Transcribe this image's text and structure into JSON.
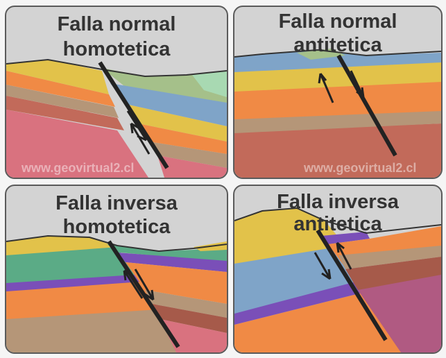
{
  "panels": [
    {
      "title_line1": "Falla normal",
      "title_line2": "homotetica",
      "watermark": "www.geovirtual2.cl"
    },
    {
      "title_line1": "Falla normal",
      "title_line2": "antitetica",
      "watermark": "www.geovirtual2.cl"
    },
    {
      "title_line1": "Falla inversa",
      "title_line2": "homotetica",
      "watermark": ""
    },
    {
      "title_line1": "Falla inversa",
      "title_line2": "antitetica",
      "watermark": ""
    }
  ],
  "colors": {
    "background": "#d3d3d3",
    "yellow": "#e2c24a",
    "orange": "#f08a45",
    "tan": "#b59678",
    "pink": "#d9727f",
    "blue": "#7fa4c8",
    "green": "#7db89a",
    "light_green": "#a8d9b2",
    "purple": "#7a4fb8",
    "brown": "#a65a4a",
    "magenta": "#b05a82",
    "fault": "#222222"
  }
}
